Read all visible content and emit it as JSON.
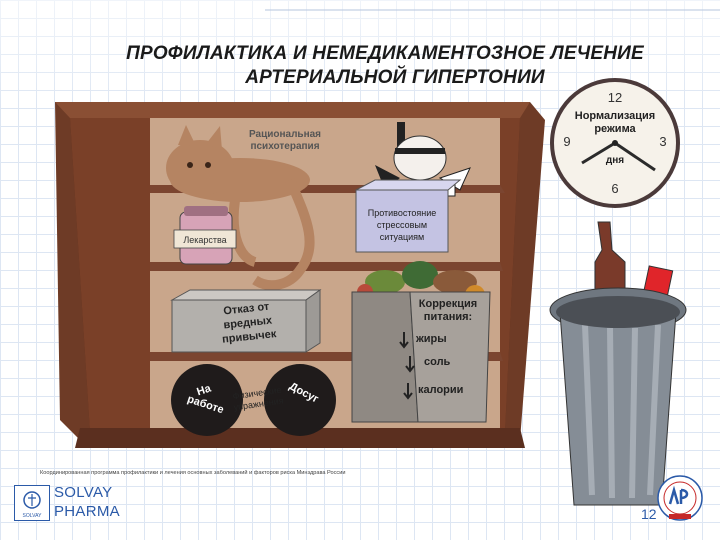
{
  "title": {
    "line1": "ПРОФИЛАКТИКА И НЕМЕДИКАМЕНТОЗНОЕ ЛЕЧЕНИЕ",
    "line2": "АРТЕРИАЛЬНОЙ ГИПЕРТОНИИ"
  },
  "shelf_labels": {
    "psychotherapy": [
      "Рациональная",
      "психотерапия"
    ],
    "medicine_jar": "Лекарства",
    "stress_box": [
      "Противостояние",
      "стрессовым",
      "ситуациям"
    ],
    "habits_box": [
      "Отказ от",
      "вредных",
      "привычек"
    ],
    "disk_left": [
      "На",
      "работе"
    ],
    "disk_right": "Досуг",
    "exercise": [
      "Физические",
      "упражнения"
    ],
    "nutrition": {
      "heading": [
        "Коррекция",
        "питания:"
      ],
      "items": [
        "жиры",
        "соль",
        "калории"
      ]
    }
  },
  "clock": {
    "heading": [
      "Нормализация",
      "режима"
    ],
    "subtitle": "дня",
    "numbers": {
      "n12": "12",
      "n3": "3",
      "n6": "6",
      "n9": "9"
    }
  },
  "footnote": "Координированная программа профилактики и лечения основных заболеваний и факторов риска Минздрава России",
  "company": {
    "line1": "SOLVAY",
    "line2": "PHARMA",
    "box_text": "SOLVAY"
  },
  "page_number": "12",
  "colors": {
    "wood_dark": "#6e3b26",
    "wood_mid": "#8a4f34",
    "wood_inside": "#c9a68b",
    "shelf": "#7b4530",
    "brand_blue": "#2b5aa8",
    "box_lavender": "#c4c3e3",
    "box_gray": "#b3b0ac",
    "bag": "#a7a19b",
    "can": "#858d96"
  }
}
